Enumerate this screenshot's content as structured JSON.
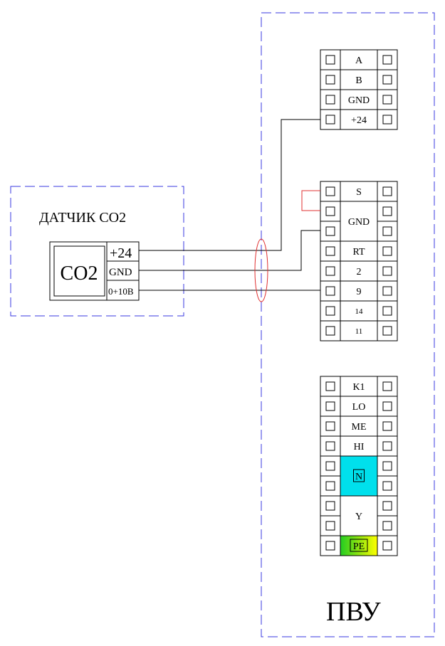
{
  "colors": {
    "boundary": "#3a3ae0",
    "wire": "#000000",
    "jumper": "#e03030",
    "bundle": "#e03030",
    "n_fill": "#00e0ec",
    "pe_gradient": [
      "#22cc22",
      "#ffff00"
    ]
  },
  "sensor": {
    "title": "ДАТЧИК CO2",
    "label": "CO2",
    "terminals": [
      "+24",
      "GND",
      "0+10В"
    ]
  },
  "pvu": {
    "title": "ПВУ",
    "block1": [
      "A",
      "B",
      "GND",
      "+24"
    ],
    "block2": [
      "S",
      "GND",
      "RT",
      "2",
      "9",
      "14",
      "11"
    ],
    "block3": [
      "K1",
      "LO",
      "ME",
      "HI",
      "N",
      "Y",
      "PE"
    ]
  },
  "icons": {
    "terminal": "terminal-square-icon"
  }
}
